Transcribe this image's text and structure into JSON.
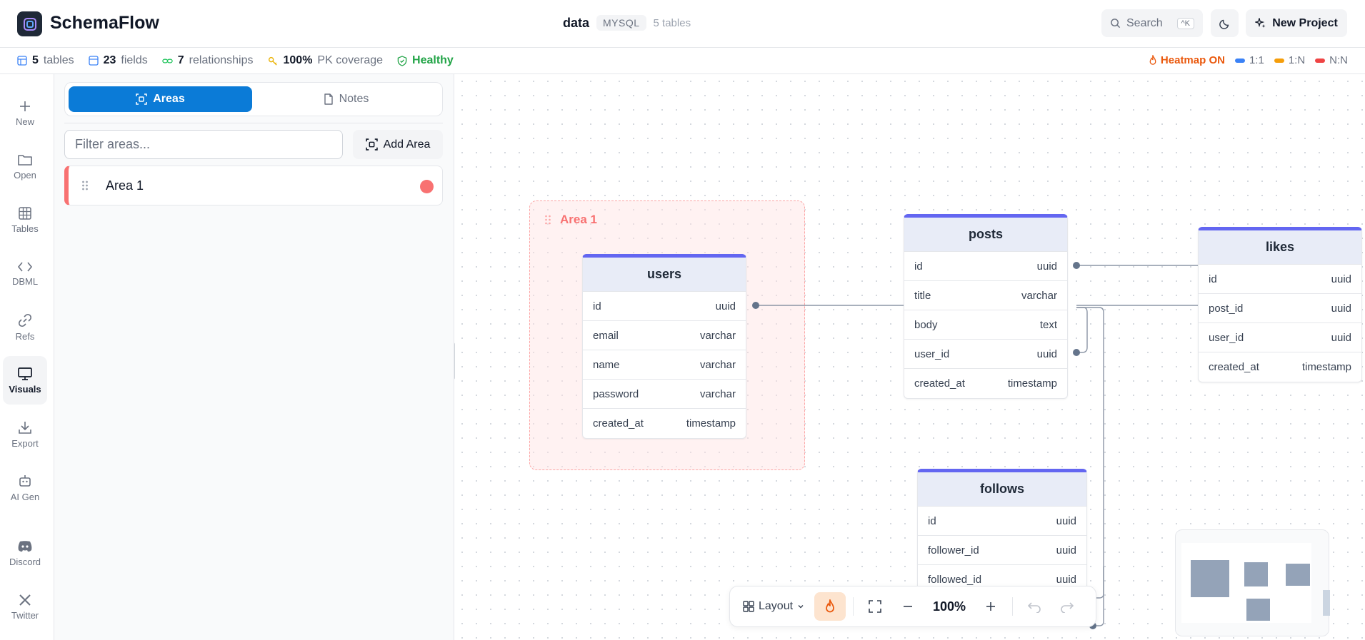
{
  "header": {
    "brand": "SchemaFlow",
    "project_name": "data",
    "db_type": "MYSQL",
    "table_count": "5 tables",
    "search_label": "Search",
    "search_shortcut": "^K",
    "new_project_label": "New Project"
  },
  "stats": {
    "tables_num": "5",
    "tables_label": "tables",
    "fields_num": "23",
    "fields_label": "fields",
    "rel_num": "7",
    "rel_label": "relationships",
    "pk_num": "100%",
    "pk_label": "PK coverage",
    "health": "Healthy",
    "heatmap": "Heatmap ON",
    "legend": [
      {
        "label": "1:1",
        "color": "#3b82f6"
      },
      {
        "label": "1:N",
        "color": "#f59e0b"
      },
      {
        "label": "N:N",
        "color": "#ef4444"
      }
    ]
  },
  "rail": [
    {
      "label": "New",
      "icon": "plus-icon"
    },
    {
      "label": "Open",
      "icon": "folder-icon"
    },
    {
      "label": "Tables",
      "icon": "grid-icon"
    },
    {
      "label": "DBML",
      "icon": "code-icon"
    },
    {
      "label": "Refs",
      "icon": "link-icon"
    },
    {
      "label": "Visuals",
      "icon": "monitor-icon"
    },
    {
      "label": "Export",
      "icon": "download-icon"
    },
    {
      "label": "AI Gen",
      "icon": "robot-icon"
    },
    {
      "label": "Discord",
      "icon": "discord-icon"
    },
    {
      "label": "Twitter",
      "icon": "x-icon"
    }
  ],
  "panel": {
    "tab_areas": "Areas",
    "tab_notes": "Notes",
    "filter_placeholder": "Filter areas...",
    "add_area": "Add Area",
    "areas": [
      {
        "name": "Area 1",
        "color": "#f87171"
      }
    ]
  },
  "canvas": {
    "area_label": "Area 1",
    "tables": {
      "users": {
        "name": "users",
        "fields": [
          {
            "name": "id",
            "type": "uuid"
          },
          {
            "name": "email",
            "type": "varchar"
          },
          {
            "name": "name",
            "type": "varchar"
          },
          {
            "name": "password",
            "type": "varchar"
          },
          {
            "name": "created_at",
            "type": "timestamp"
          }
        ]
      },
      "posts": {
        "name": "posts",
        "fields": [
          {
            "name": "id",
            "type": "uuid"
          },
          {
            "name": "title",
            "type": "varchar"
          },
          {
            "name": "body",
            "type": "text"
          },
          {
            "name": "user_id",
            "type": "uuid"
          },
          {
            "name": "created_at",
            "type": "timestamp"
          }
        ]
      },
      "likes": {
        "name": "likes",
        "fields": [
          {
            "name": "id",
            "type": "uuid"
          },
          {
            "name": "post_id",
            "type": "uuid"
          },
          {
            "name": "user_id",
            "type": "uuid"
          },
          {
            "name": "created_at",
            "type": "timestamp"
          }
        ]
      },
      "follows": {
        "name": "follows",
        "fields": [
          {
            "name": "id",
            "type": "uuid"
          },
          {
            "name": "follower_id",
            "type": "uuid"
          },
          {
            "name": "followed_id",
            "type": "uuid"
          }
        ]
      }
    }
  },
  "toolbar": {
    "layout_label": "Layout",
    "zoom": "100%"
  }
}
